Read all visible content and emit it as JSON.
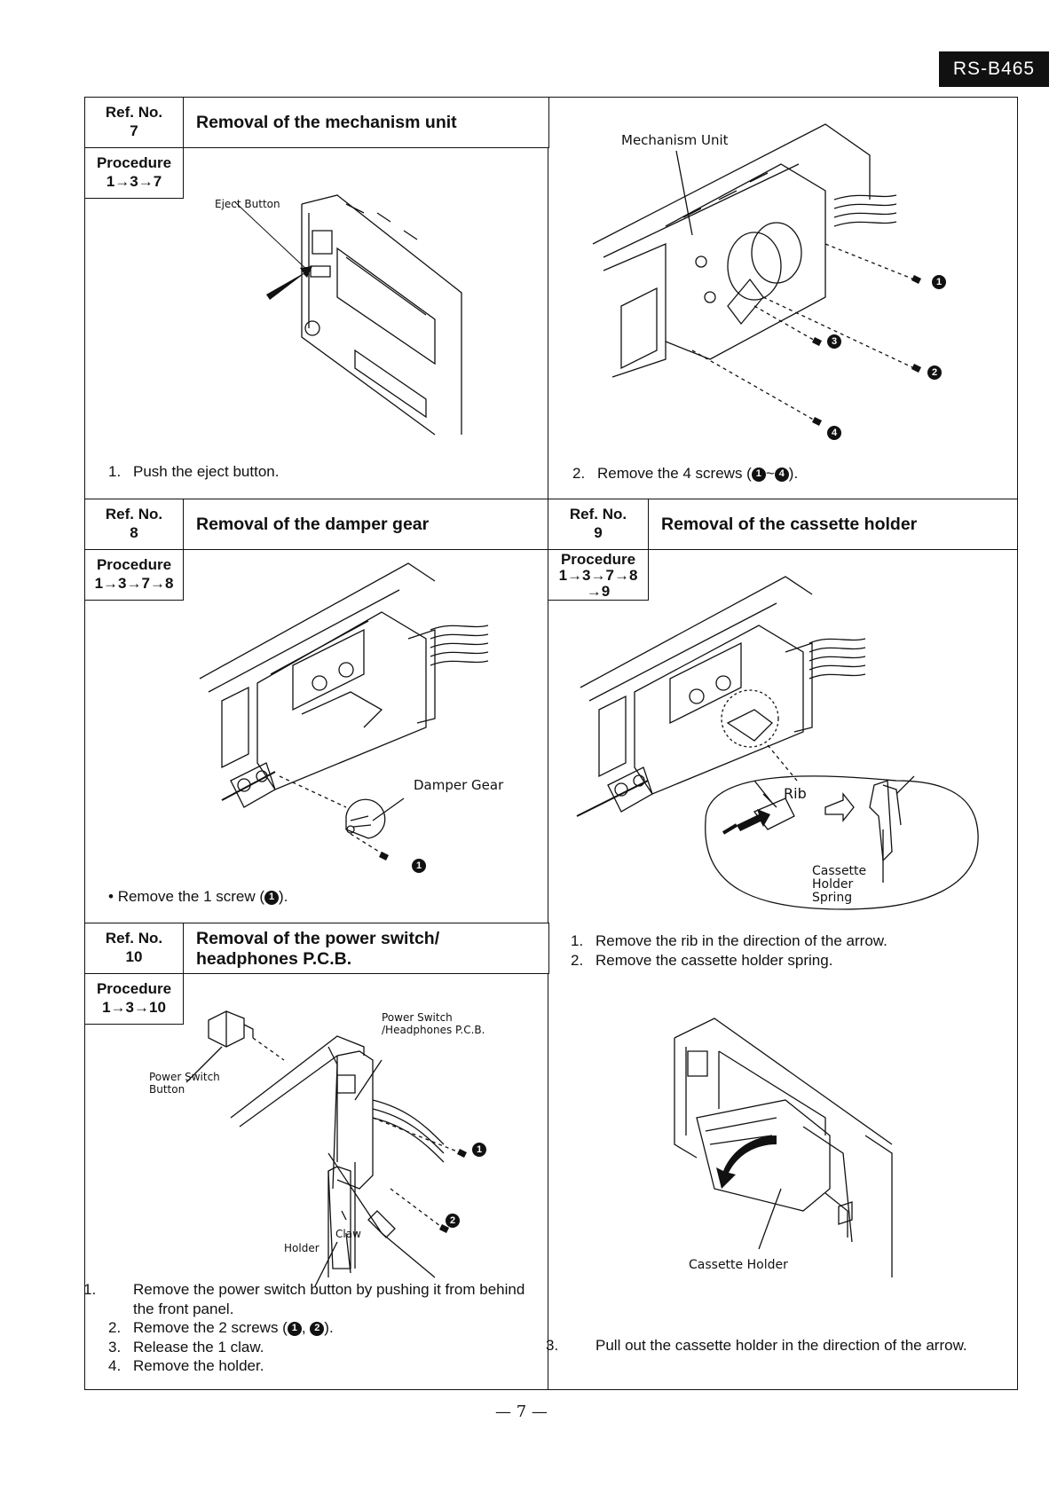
{
  "header": {
    "model": "RS-B465"
  },
  "sections": {
    "s7": {
      "ref_label": "Ref. No.",
      "ref_no": "7",
      "title": "Removal of the mechanism unit",
      "proc_label": "Procedure",
      "proc_steps": "1→3→7",
      "fig1_labels": {
        "eject_button": "Eject Button"
      },
      "fig2_labels": {
        "mechanism_unit": "Mechanism  Unit"
      },
      "step1": {
        "num": "1.",
        "text": "Push the eject button."
      },
      "step2": {
        "num": "2.",
        "text_pre": "Remove the 4 screws (",
        "text_post": ")."
      }
    },
    "s8": {
      "ref_label": "Ref. No.",
      "ref_no": "8",
      "title": "Removal of the damper gear",
      "proc_label": "Procedure",
      "proc_steps": "1→3→7→8",
      "fig_labels": {
        "damper_gear": "Damper Gear"
      },
      "bullet": "•",
      "note_pre": "Remove the 1 screw (",
      "note_post": ")."
    },
    "s9": {
      "ref_label": "Ref. No.",
      "ref_no": "9",
      "title": "Removal of the cassette holder",
      "proc_label": "Procedure",
      "proc_steps_1": "1→3→7→8",
      "proc_steps_2": "→9",
      "fig1_labels": {
        "rib": "Rib",
        "spring_1": "Cassette",
        "spring_2": "Holder",
        "spring_3": "Spring"
      },
      "fig2_labels": {
        "cassette_holder": "Cassette Holder"
      },
      "steps": [
        {
          "num": "1.",
          "text": "Remove the rib in the direction of the arrow."
        },
        {
          "num": "2.",
          "text": "Remove the cassette holder spring."
        },
        {
          "num": "3.",
          "text": "Pull out the cassette holder in the direction of the arrow."
        }
      ]
    },
    "s10": {
      "ref_label": "Ref. No.",
      "ref_no": "10",
      "title_line1": "Removal of the power switch/",
      "title_line2": "headphones P.C.B.",
      "proc_label": "Procedure",
      "proc_steps": "1→3→10",
      "fig_labels": {
        "pcb_1": "Power Switch",
        "pcb_2": "/Headphones P.C.B.",
        "btn_1": "Power Switch",
        "btn_2": "Button",
        "claw": "Claw",
        "holder": "Holder"
      },
      "steps": [
        {
          "num": "1.",
          "text": "Remove the power switch button by pushing it from behind the front panel."
        },
        {
          "num": "2.",
          "text_pre": "Remove the 2 screws (",
          "text_mid": ", ",
          "text_post": ")."
        },
        {
          "num": "3.",
          "text": "Release the 1 claw."
        },
        {
          "num": "4.",
          "text": "Remove the holder."
        }
      ]
    }
  },
  "markers": {
    "m1": "1",
    "m2": "2",
    "m3": "3",
    "m4": "4",
    "range_sep": "~"
  },
  "footer": {
    "page": "— 7 —"
  }
}
